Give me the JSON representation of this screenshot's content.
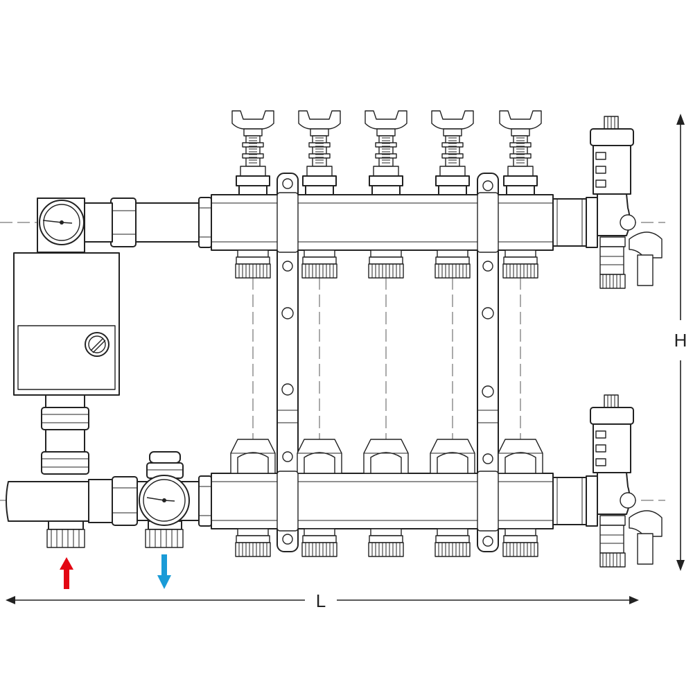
{
  "dimensions": {
    "height_label": "H",
    "length_label": "L"
  },
  "manifold": {
    "circuits": 5
  },
  "colors": {
    "supply_arrow": "#e30613",
    "return_arrow": "#1a9bd7",
    "line": "#222222"
  },
  "icons": {
    "supply": "arrow-up-icon",
    "return": "arrow-down-icon",
    "gauge": "pressure-gauge-icon"
  }
}
